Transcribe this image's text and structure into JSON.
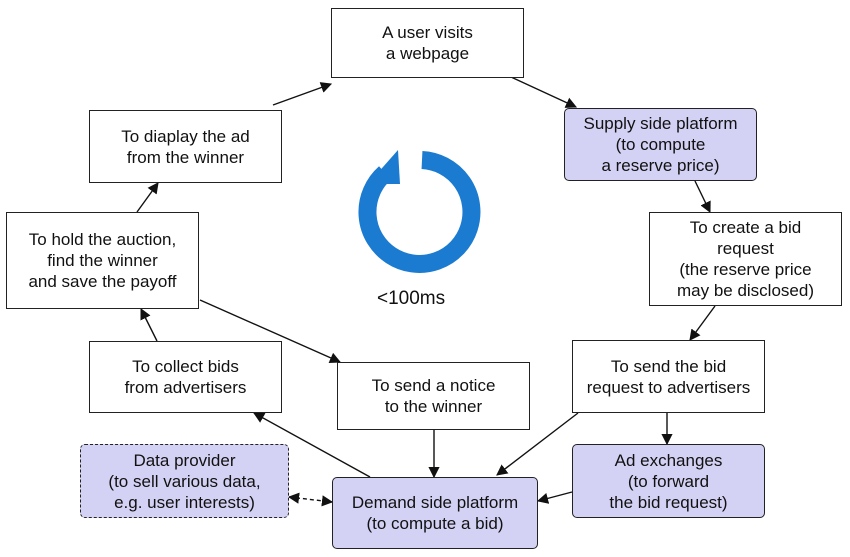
{
  "nodes": {
    "user_visits": "A user visits\na webpage",
    "ssp": "Supply side platform\n(to compute\na reserve price)",
    "create_bid_request": "To create a bid\nrequest\n(the reserve price\nmay be disclosed)",
    "send_bid_request": "To send the bid\nrequest to advertisers",
    "ad_exchanges": "Ad exchanges\n(to forward\nthe bid request)",
    "dsp": "Demand side platform\n(to compute a bid)",
    "data_provider": "Data provider\n(to sell various data,\ne.g. user interests)",
    "collect_bids": "To collect bids\nfrom advertisers",
    "hold_auction": "To hold the auction,\nfind the winner\nand save the payoff",
    "display_ad": "To diaplay the ad\nfrom the winner",
    "send_notice": "To send a notice\nto the winner"
  },
  "center": {
    "timing": "<100ms",
    "icon": "cycle-arrow-icon"
  },
  "colors": {
    "purple_fill": "#d4d2f4",
    "icon_blue": "#1b7bd0",
    "border": "#222222"
  }
}
